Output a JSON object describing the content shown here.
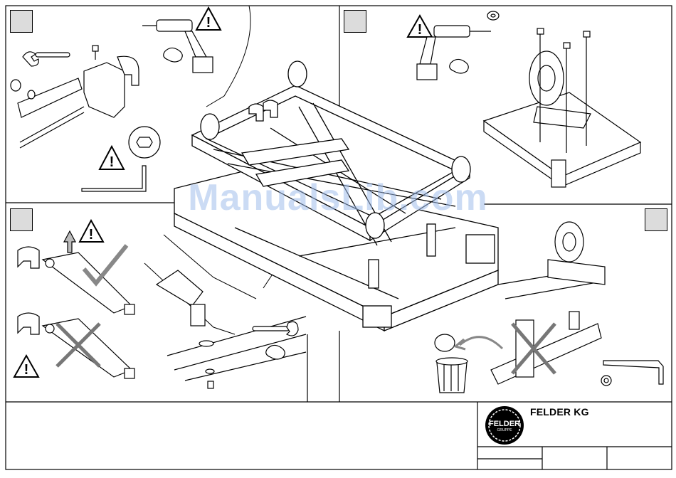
{
  "company": {
    "name": "FELDER KG",
    "logo_text": "FELDER",
    "logo_subtext": "GRUPPE"
  },
  "watermark": "ManualsLib.com",
  "steps": [
    {
      "panel": "top-left",
      "icons": [
        "wrench-icon",
        "warning-icon",
        "drill-icon",
        "hand-strength-icon",
        "allen-key-icon"
      ]
    },
    {
      "panel": "top-right",
      "icons": [
        "warning-icon",
        "drill-icon",
        "hand-strength-icon",
        "washer-icon"
      ]
    },
    {
      "panel": "middle-left",
      "icons": [
        "warning-icon",
        "checkmark-icon",
        "cross-icon",
        "wrench-icon",
        "hand-strength-icon"
      ]
    },
    {
      "panel": "middle-right",
      "icons": [
        "dustbin-icon",
        "cross-icon",
        "allen-key-icon",
        "washer-icon"
      ]
    }
  ],
  "colors": {
    "line": "#000000",
    "step_box": "#dcdcdc",
    "watermark": "#a0beeb"
  }
}
